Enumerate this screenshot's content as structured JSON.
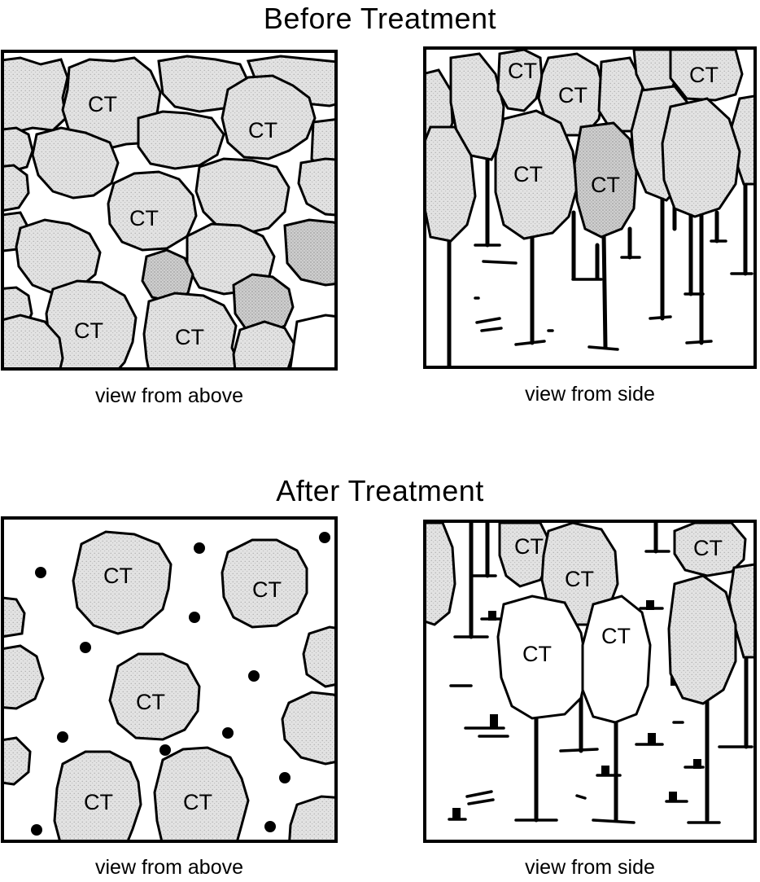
{
  "before": {
    "title": "Before Treatment",
    "above_caption": "view from above",
    "side_caption": "view from side",
    "crop_tree_label": "CT"
  },
  "after": {
    "title": "After Treatment",
    "above_caption": "view from above",
    "side_caption": "view from side",
    "crop_tree_label": "CT"
  },
  "colors": {
    "stroke": "#000000",
    "canopy_fill": "#dcdcdc",
    "canopy_dark": "#c4c4c4",
    "background": "#ffffff"
  }
}
